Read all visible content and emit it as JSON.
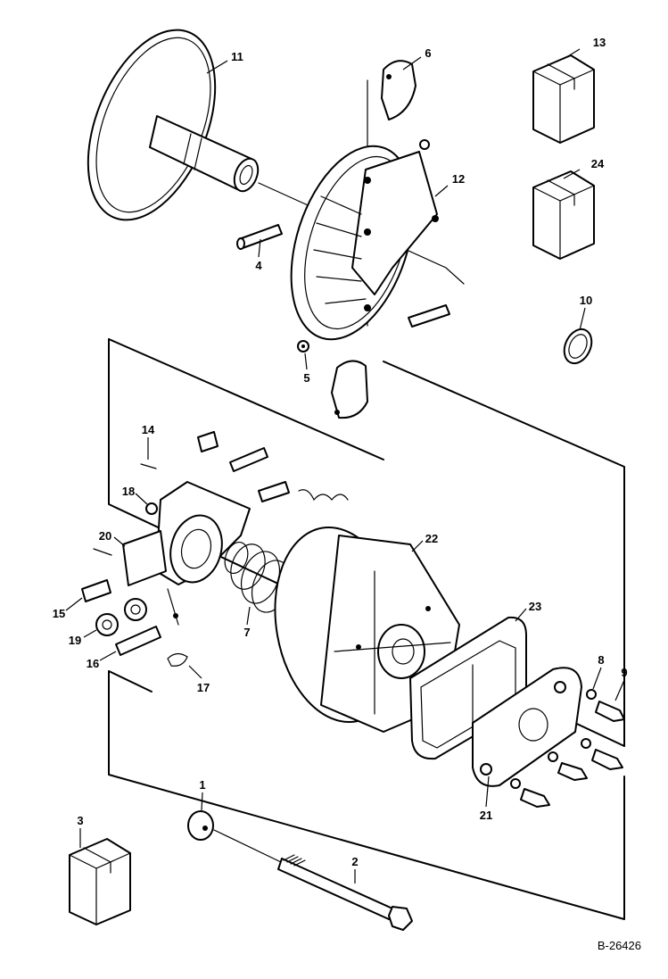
{
  "drawing_number": "B-26426",
  "callouts": [
    {
      "id": "c1",
      "text": "1"
    },
    {
      "id": "c2",
      "text": "2"
    },
    {
      "id": "c3",
      "text": "3"
    },
    {
      "id": "c4",
      "text": "4"
    },
    {
      "id": "c5",
      "text": "5"
    },
    {
      "id": "c6",
      "text": "6"
    },
    {
      "id": "c7",
      "text": "7"
    },
    {
      "id": "c8",
      "text": "8"
    },
    {
      "id": "c9",
      "text": "9"
    },
    {
      "id": "c10",
      "text": "10"
    },
    {
      "id": "c11",
      "text": "11"
    },
    {
      "id": "c12",
      "text": "12"
    },
    {
      "id": "c13",
      "text": "13"
    },
    {
      "id": "c14",
      "text": "14"
    },
    {
      "id": "c15",
      "text": "15"
    },
    {
      "id": "c16",
      "text": "16"
    },
    {
      "id": "c17",
      "text": "17"
    },
    {
      "id": "c18",
      "text": "18"
    },
    {
      "id": "c19",
      "text": "19"
    },
    {
      "id": "c20",
      "text": "20"
    },
    {
      "id": "c21",
      "text": "21"
    },
    {
      "id": "c22",
      "text": "22"
    },
    {
      "id": "c23",
      "text": "23"
    },
    {
      "id": "c24",
      "text": "24"
    }
  ]
}
